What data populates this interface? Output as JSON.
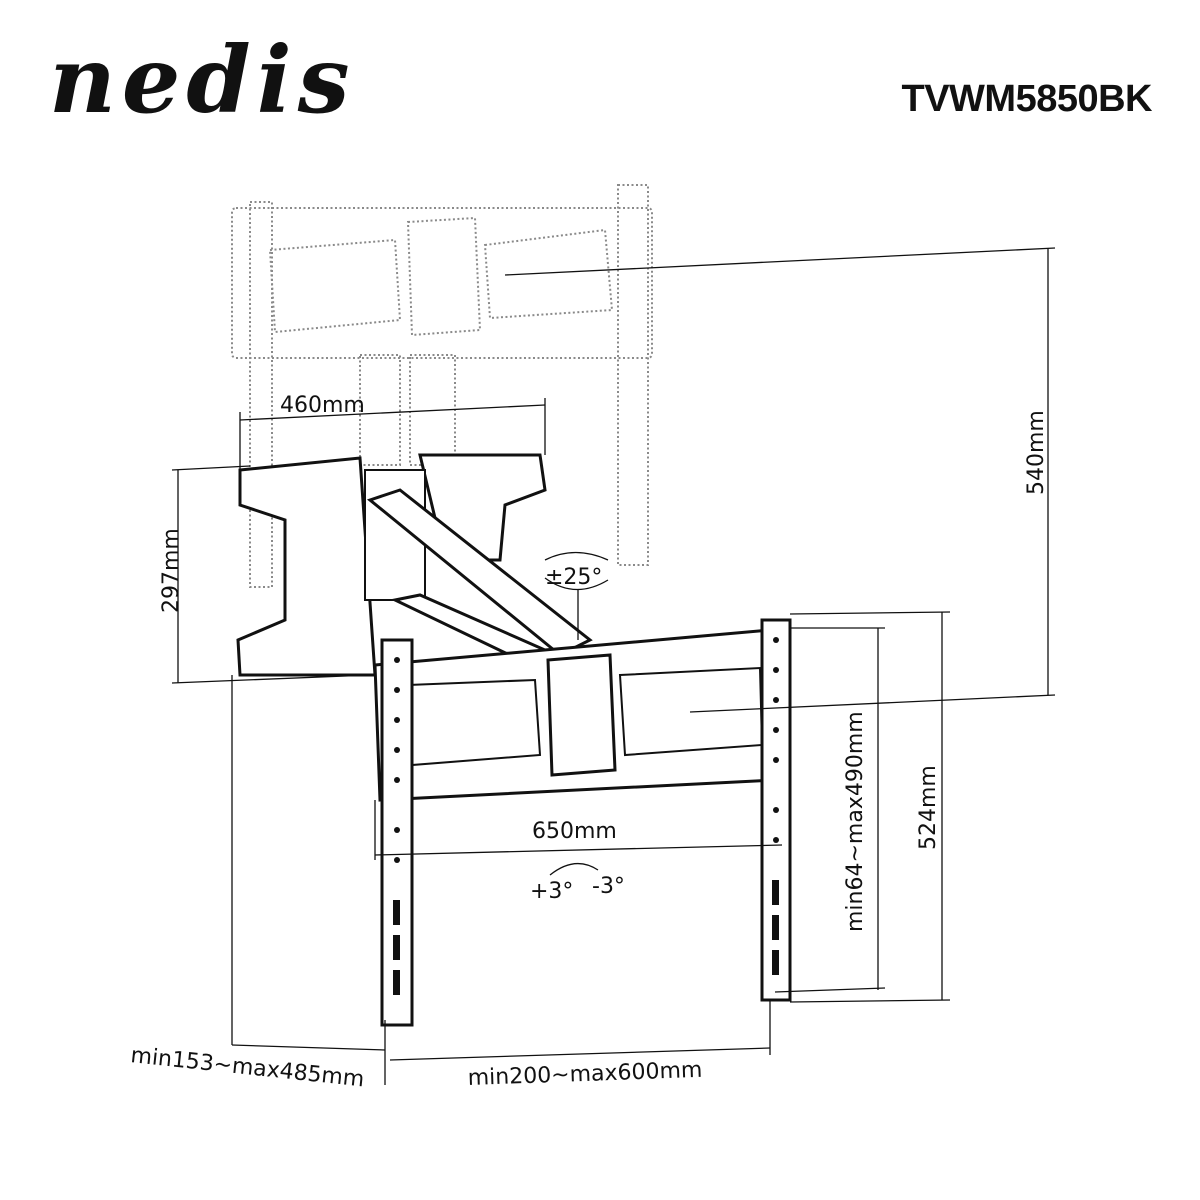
{
  "brand": {
    "logo_text": "nedis"
  },
  "product": {
    "model": "TVWM5850BK"
  },
  "dimensions": {
    "retracted_width": "460mm",
    "arm_height": "297mm",
    "extension": "540mm",
    "swivel": "±25°",
    "plate_width": "650mm",
    "vertical_holes": "min64~max490mm",
    "plate_height": "524mm",
    "tilt_plus": "+3°",
    "tilt_minus": "-3°",
    "wall_distance": "min153~max485mm",
    "vesa_horizontal": "min200~max600mm"
  },
  "colors": {
    "line": "#111111",
    "ghost": "#8a8a8a",
    "background": "#ffffff"
  }
}
